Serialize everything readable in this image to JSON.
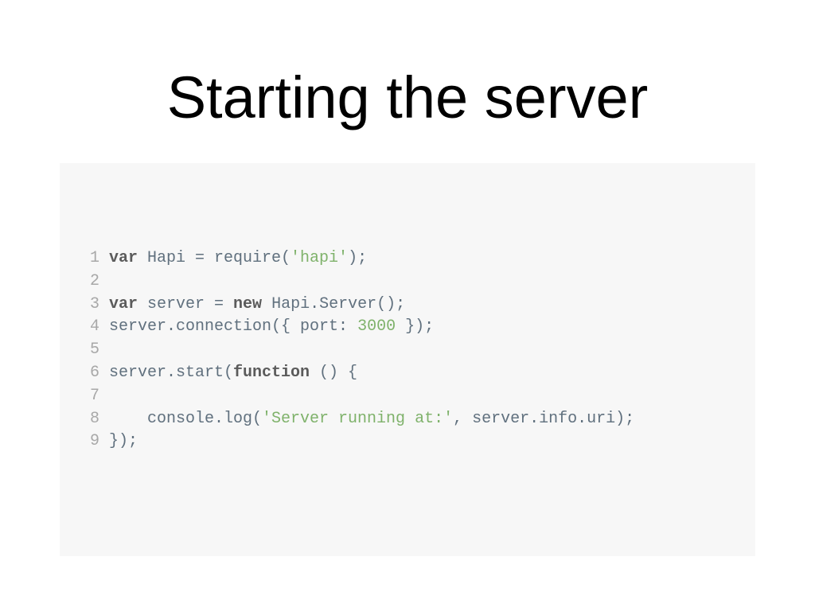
{
  "slide": {
    "title": "Starting the server"
  },
  "code": {
    "lines": [
      {
        "num": "1",
        "tokens": [
          {
            "t": "var",
            "c": "kw"
          },
          {
            "t": " Hapi = require(",
            "c": "id"
          },
          {
            "t": "'hapi'",
            "c": "str"
          },
          {
            "t": ");",
            "c": "id"
          }
        ]
      },
      {
        "num": "2",
        "tokens": []
      },
      {
        "num": "3",
        "tokens": [
          {
            "t": "var",
            "c": "kw"
          },
          {
            "t": " server = ",
            "c": "id"
          },
          {
            "t": "new",
            "c": "kw"
          },
          {
            "t": " Hapi.Server();",
            "c": "id"
          }
        ]
      },
      {
        "num": "4",
        "tokens": [
          {
            "t": "server.connection({ port: ",
            "c": "id"
          },
          {
            "t": "3000",
            "c": "num"
          },
          {
            "t": " });",
            "c": "id"
          }
        ]
      },
      {
        "num": "5",
        "tokens": []
      },
      {
        "num": "6",
        "tokens": [
          {
            "t": "server.start(",
            "c": "id"
          },
          {
            "t": "function",
            "c": "kw"
          },
          {
            "t": " () {",
            "c": "id"
          }
        ]
      },
      {
        "num": "7",
        "tokens": []
      },
      {
        "num": "8",
        "tokens": [
          {
            "t": "    console.log(",
            "c": "id"
          },
          {
            "t": "'Server running at:'",
            "c": "str"
          },
          {
            "t": ", server.info.uri);",
            "c": "id"
          }
        ]
      },
      {
        "num": "9",
        "tokens": [
          {
            "t": "});",
            "c": "id"
          }
        ]
      }
    ]
  },
  "colors": {
    "background": "#ffffff",
    "code_panel": "#f7f7f7",
    "keyword": "#5b5b5b",
    "string": "#7fb26b",
    "identifier": "#60707e",
    "line_number": "#a8a8a8"
  }
}
